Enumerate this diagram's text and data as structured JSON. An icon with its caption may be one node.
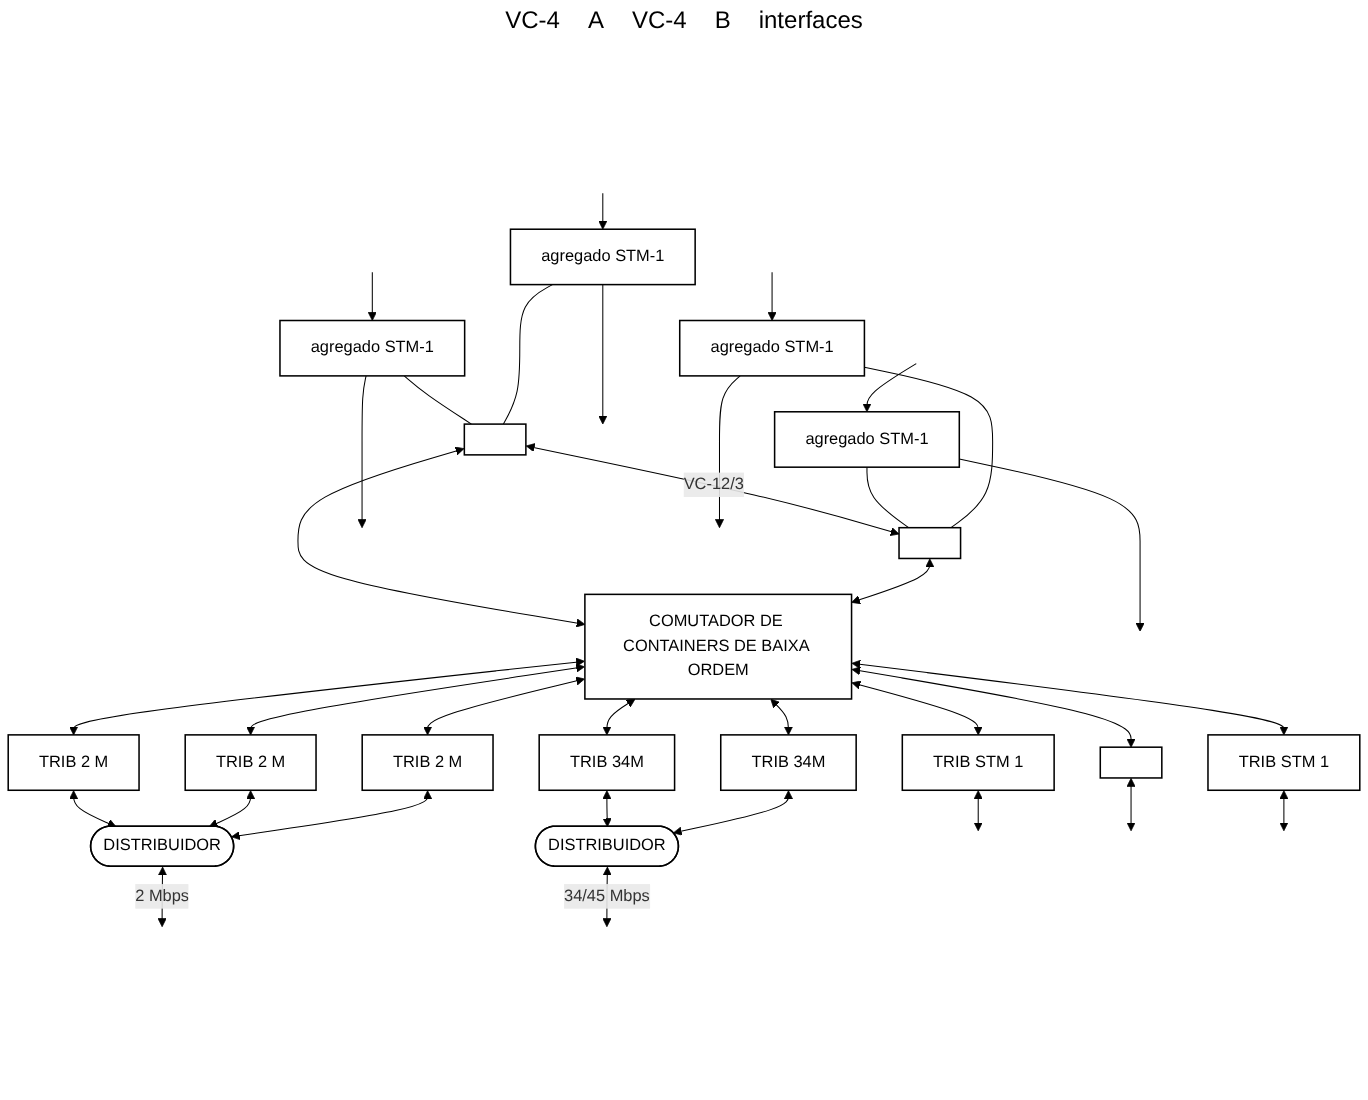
{
  "diagram": {
    "nodes": [
      {
        "text": [
          "agregado STM-1"
        ]
      },
      {
        "text": [
          "agregado STM-1"
        ]
      },
      {
        "text": [],
        "shape": "box"
      },
      {
        "text": [],
        "shape": "box"
      },
      {
        "text": [
          "agregado STM-1"
        ]
      },
      {
        "text": [
          "agregado STM-1"
        ]
      },
      {
        "text": [
          "COMUTADOR DE CONTAINERS DE BAIXA ORDEM"
        ]
      },
      {
        "text": [
          "TRIB 2 M"
        ]
      },
      {
        "text": [
          "TRIB 2 M"
        ]
      },
      {
        "text": [
          "TRIB 2 M"
        ]
      },
      {
        "text": [
          "TRIB 34M"
        ]
      },
      {
        "text": [
          "TRIB 34M"
        ]
      },
      {
        "text": [
          "TRIB STM 1"
        ]
      },
      {
        "text": [],
        "shape": "box"
      },
      {
        "text": [
          "TRIB STM 1"
        ]
      },
      {
        "text": [
          "DISTRIBUIDOR"
        ]
      },
      {
        "text": [
          "DISTRIBUIDOR"
        ]
      }
    ],
    "edges": [
      {
        "from": null,
        "to": 0,
        "arrow": "to"
      },
      {
        "from": 0,
        "to": null,
        "arrow": "to"
      },
      {
        "from": null,
        "to": 1,
        "arrow": "to"
      },
      {
        "from": 1,
        "to": null,
        "arrow": "to"
      },
      {
        "from": 0,
        "to": 2,
        "arrow": "none"
      },
      {
        "from": 1,
        "to": 2,
        "arrow": "none"
      },
      {
        "from": 2,
        "to": 3,
        "arrow": "both",
        "label": "VC-12/3"
      },
      {
        "from": 4,
        "to": 3,
        "arrow": "none"
      },
      {
        "from": 5,
        "to": 3,
        "arrow": "none"
      },
      {
        "from": null,
        "to": 4,
        "arrow": "to"
      },
      {
        "from": 4,
        "to": null,
        "arrow": "to"
      },
      {
        "from": null,
        "to": 5,
        "arrow": "to"
      },
      {
        "from": 5,
        "to": null,
        "arrow": "to"
      },
      {
        "from": 2,
        "to": 6,
        "arrow": "both"
      },
      {
        "from": 3,
        "to": 6,
        "arrow": "both"
      },
      {
        "from": 6,
        "to": 7,
        "arrow": "both"
      },
      {
        "from": 6,
        "to": 8,
        "arrow": "both"
      },
      {
        "from": 6,
        "to": 9,
        "arrow": "both"
      },
      {
        "from": 6,
        "to": 10,
        "arrow": "both"
      },
      {
        "from": 6,
        "to": 11,
        "arrow": "both"
      },
      {
        "from": 6,
        "to": 12,
        "arrow": "both"
      },
      {
        "from": 6,
        "to": 13,
        "arrow": "both"
      },
      {
        "from": 6,
        "to": 14,
        "arrow": "both"
      },
      {
        "from": 7,
        "to": 15,
        "arrow": "both"
      },
      {
        "from": 8,
        "to": 15,
        "arrow": "both"
      },
      {
        "from": 9,
        "to": 15,
        "arrow": "both"
      },
      {
        "from": 10,
        "to": 16,
        "arrow": "both"
      },
      {
        "from": 11,
        "to": 16,
        "arrow": "both"
      },
      {
        "from": 15,
        "to": null,
        "arrow": "both",
        "label": "2 Mbps"
      },
      {
        "from": 16,
        "to": null,
        "arrow": "both",
        "label": "34/45 Mbps"
      },
      {
        "from": 12,
        "to": null,
        "arrow": "both"
      },
      {
        "from": 13,
        "to": null,
        "arrow": "both"
      },
      {
        "from": 14,
        "to": null,
        "arrow": "both"
      }
    ],
    "labels": [
      "VC-4",
      "A",
      "VC-4",
      "B",
      "interfaces"
    ]
  }
}
